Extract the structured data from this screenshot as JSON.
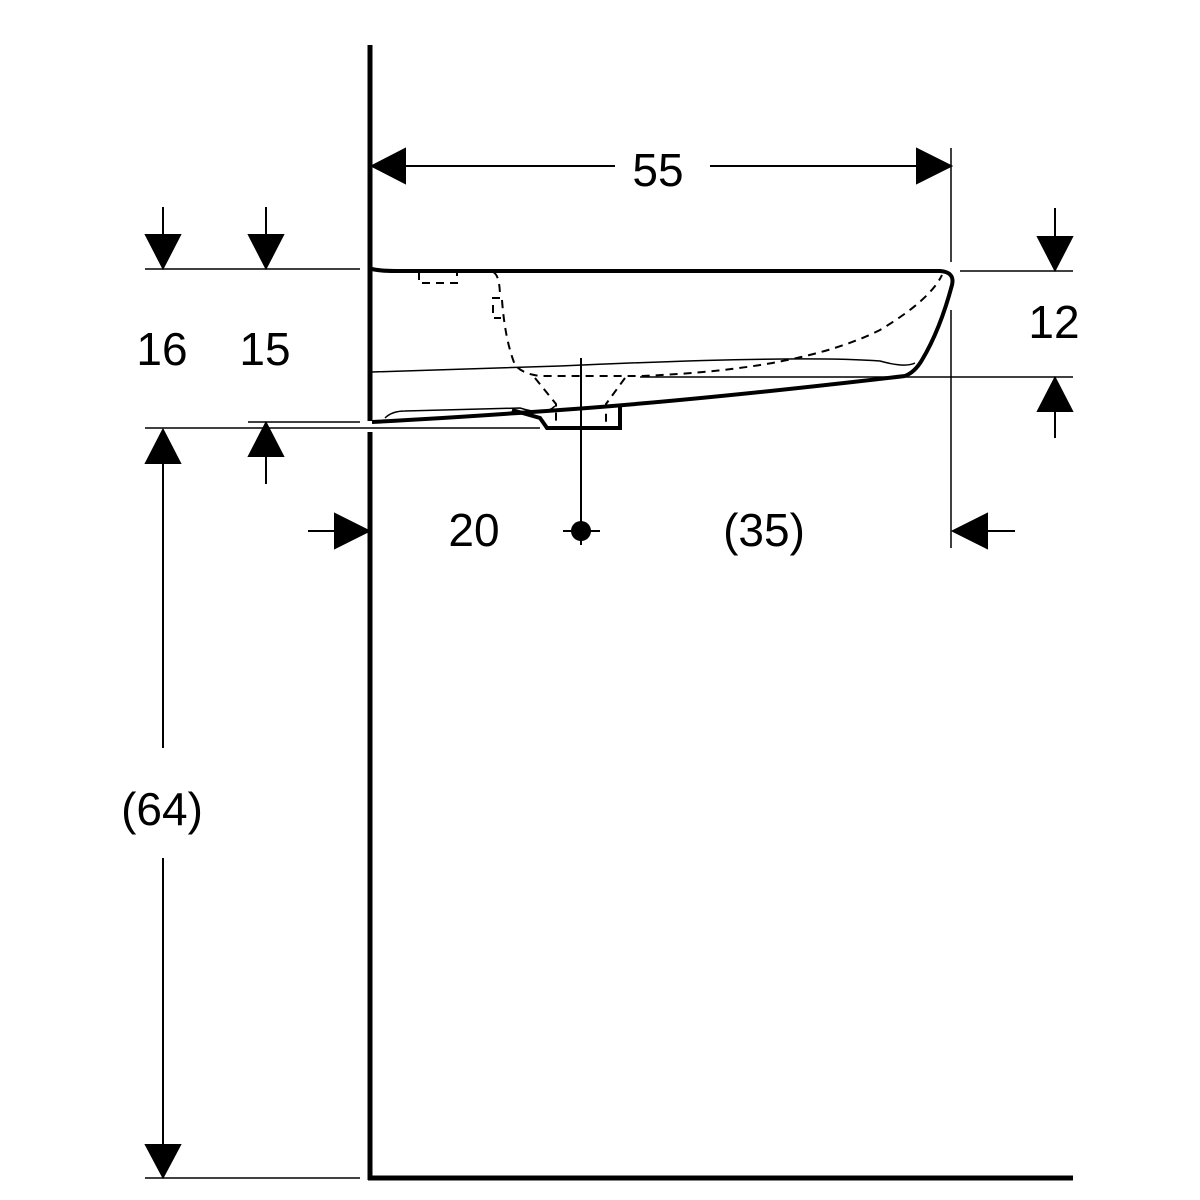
{
  "drawing": {
    "title": "Washbasin side view dimension drawing",
    "dimensions": {
      "width": "55",
      "height_left_outer": "16",
      "height_left_inner": "15",
      "height_right": "12",
      "drain_offset": "20",
      "front_remainder": "(35)",
      "floor_height": "(64)"
    },
    "line_color": "#000000",
    "background_color": "#ffffff"
  }
}
